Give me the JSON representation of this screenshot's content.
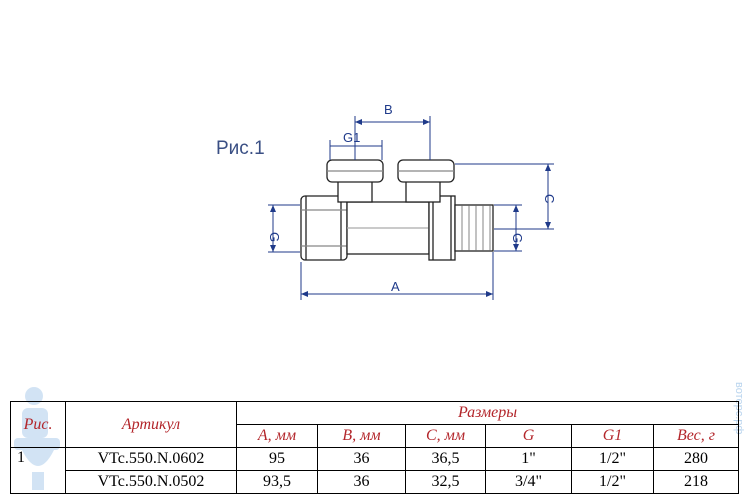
{
  "figure": {
    "label": "Рис.1",
    "dims": {
      "a": "A",
      "b": "B",
      "c": "C",
      "g": "G",
      "g_right": "G",
      "g1": "G1"
    }
  },
  "table": {
    "col_fig": "Рис.",
    "col_article": "Артикул",
    "group_sizes": "Размеры",
    "sub_headers": [
      "A, мм",
      "B, мм",
      "C, мм",
      "G",
      "G1",
      "Вес, г"
    ],
    "figure_number": "1",
    "rows": [
      {
        "article": "VTc.550.N.0602",
        "a": "95",
        "b": "36",
        "c": "36,5",
        "g": "1\"",
        "g1": "1/2\"",
        "weight": "280"
      },
      {
        "article": "VTc.550.N.0502",
        "a": "93,5",
        "b": "36",
        "c": "32,5",
        "g": "3/4\"",
        "g1": "1/2\"",
        "weight": "218"
      }
    ]
  },
  "watermark": {
    "side_text": "вотерс.рф"
  },
  "colors": {
    "dimension": "#1f3a8a",
    "header_text": "#b3262b"
  }
}
